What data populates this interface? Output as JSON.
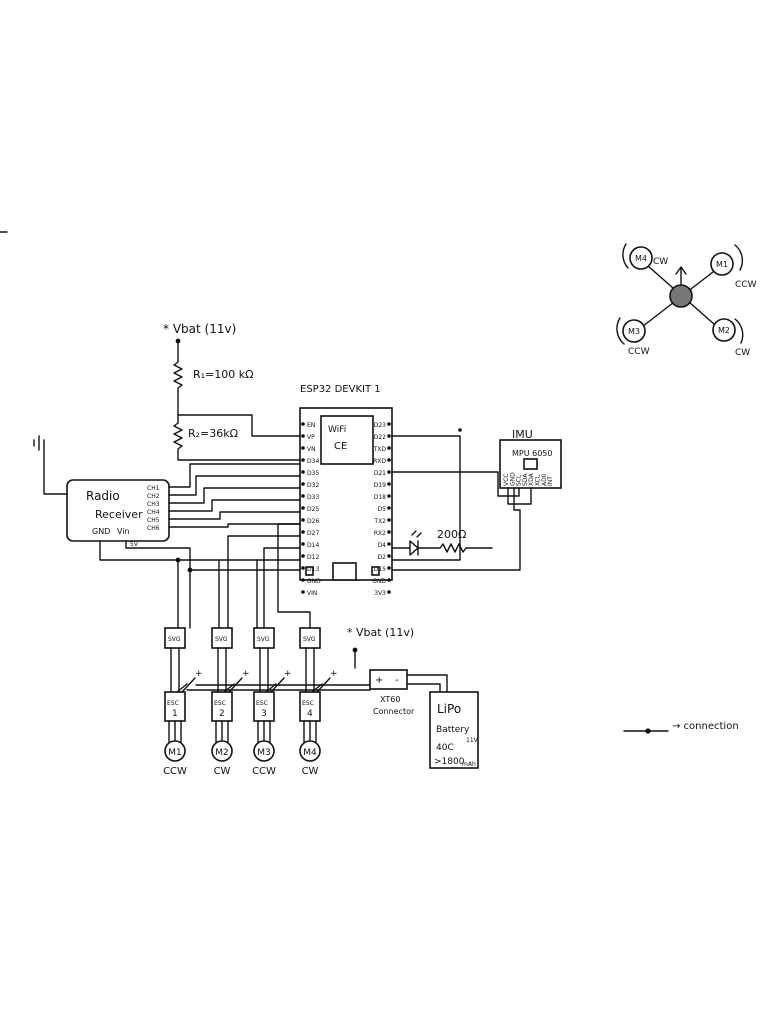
{
  "vbat_top": "* Vbat (11v)",
  "vbat_mid": "* Vbat (11v)",
  "r1": "R₁=100 kΩ",
  "r2": "R₂=36kΩ",
  "esp32": {
    "title": "ESP32 DEVKIT 1",
    "wifi": "WiFi",
    "ce": "CE",
    "left_pins": [
      "EN",
      "VP",
      "VN",
      "D34",
      "D35",
      "D32",
      "D33",
      "D25",
      "D26",
      "D27",
      "D14",
      "D12",
      "D13",
      "GND",
      "VIN"
    ],
    "right_pins": [
      "D23",
      "D22",
      "TXD",
      "RXD",
      "D21",
      "D19",
      "D18",
      "D5",
      "TX2",
      "RX2",
      "D4",
      "D2",
      "D15",
      "GND",
      "3V3"
    ]
  },
  "radio": {
    "title": "Radio",
    "subtitle": "Receiver",
    "gnd": "GND",
    "vin": "Vin",
    "v5": "5V",
    "channels": [
      "CH1",
      "CH2",
      "CH3",
      "CH4",
      "CH5",
      "CH6"
    ]
  },
  "imu": {
    "title": "IMU",
    "chip": "MPU 6050",
    "pins": [
      "VCC",
      "GND",
      "SCL",
      "SDA",
      "XDA",
      "XCL",
      "AD0",
      "INT"
    ]
  },
  "resistor_led": "200Ω",
  "sig_labels": [
    "SVG",
    "SVG",
    "SVG",
    "SVG"
  ],
  "escs": [
    {
      "label": "ESC",
      "num": "1"
    },
    {
      "label": "ESC",
      "num": "2"
    },
    {
      "label": "ESC",
      "num": "3"
    },
    {
      "label": "ESC",
      "num": "4"
    }
  ],
  "motors": [
    {
      "label": "M1",
      "dir": "CCW"
    },
    {
      "label": "M2",
      "dir": "CW"
    },
    {
      "label": "M3",
      "dir": "CCW"
    },
    {
      "label": "M4",
      "dir": "CW"
    }
  ],
  "xt60": {
    "label": "XT60",
    "sub": "Connector",
    "plus": "+",
    "minus": "-"
  },
  "lipo": {
    "title": "LiPo",
    "battery": "Battery",
    "voltage": "11V",
    "rate": "40C",
    "cap": ">1800",
    "unit": "mAh"
  },
  "legend": "→ connection",
  "quad": {
    "motors": [
      {
        "label": "M4",
        "dir": "CW"
      },
      {
        "label": "M1",
        "dir": "CCW"
      },
      {
        "label": "M3",
        "dir": "CCW"
      },
      {
        "label": "M2",
        "dir": "CW"
      }
    ]
  }
}
